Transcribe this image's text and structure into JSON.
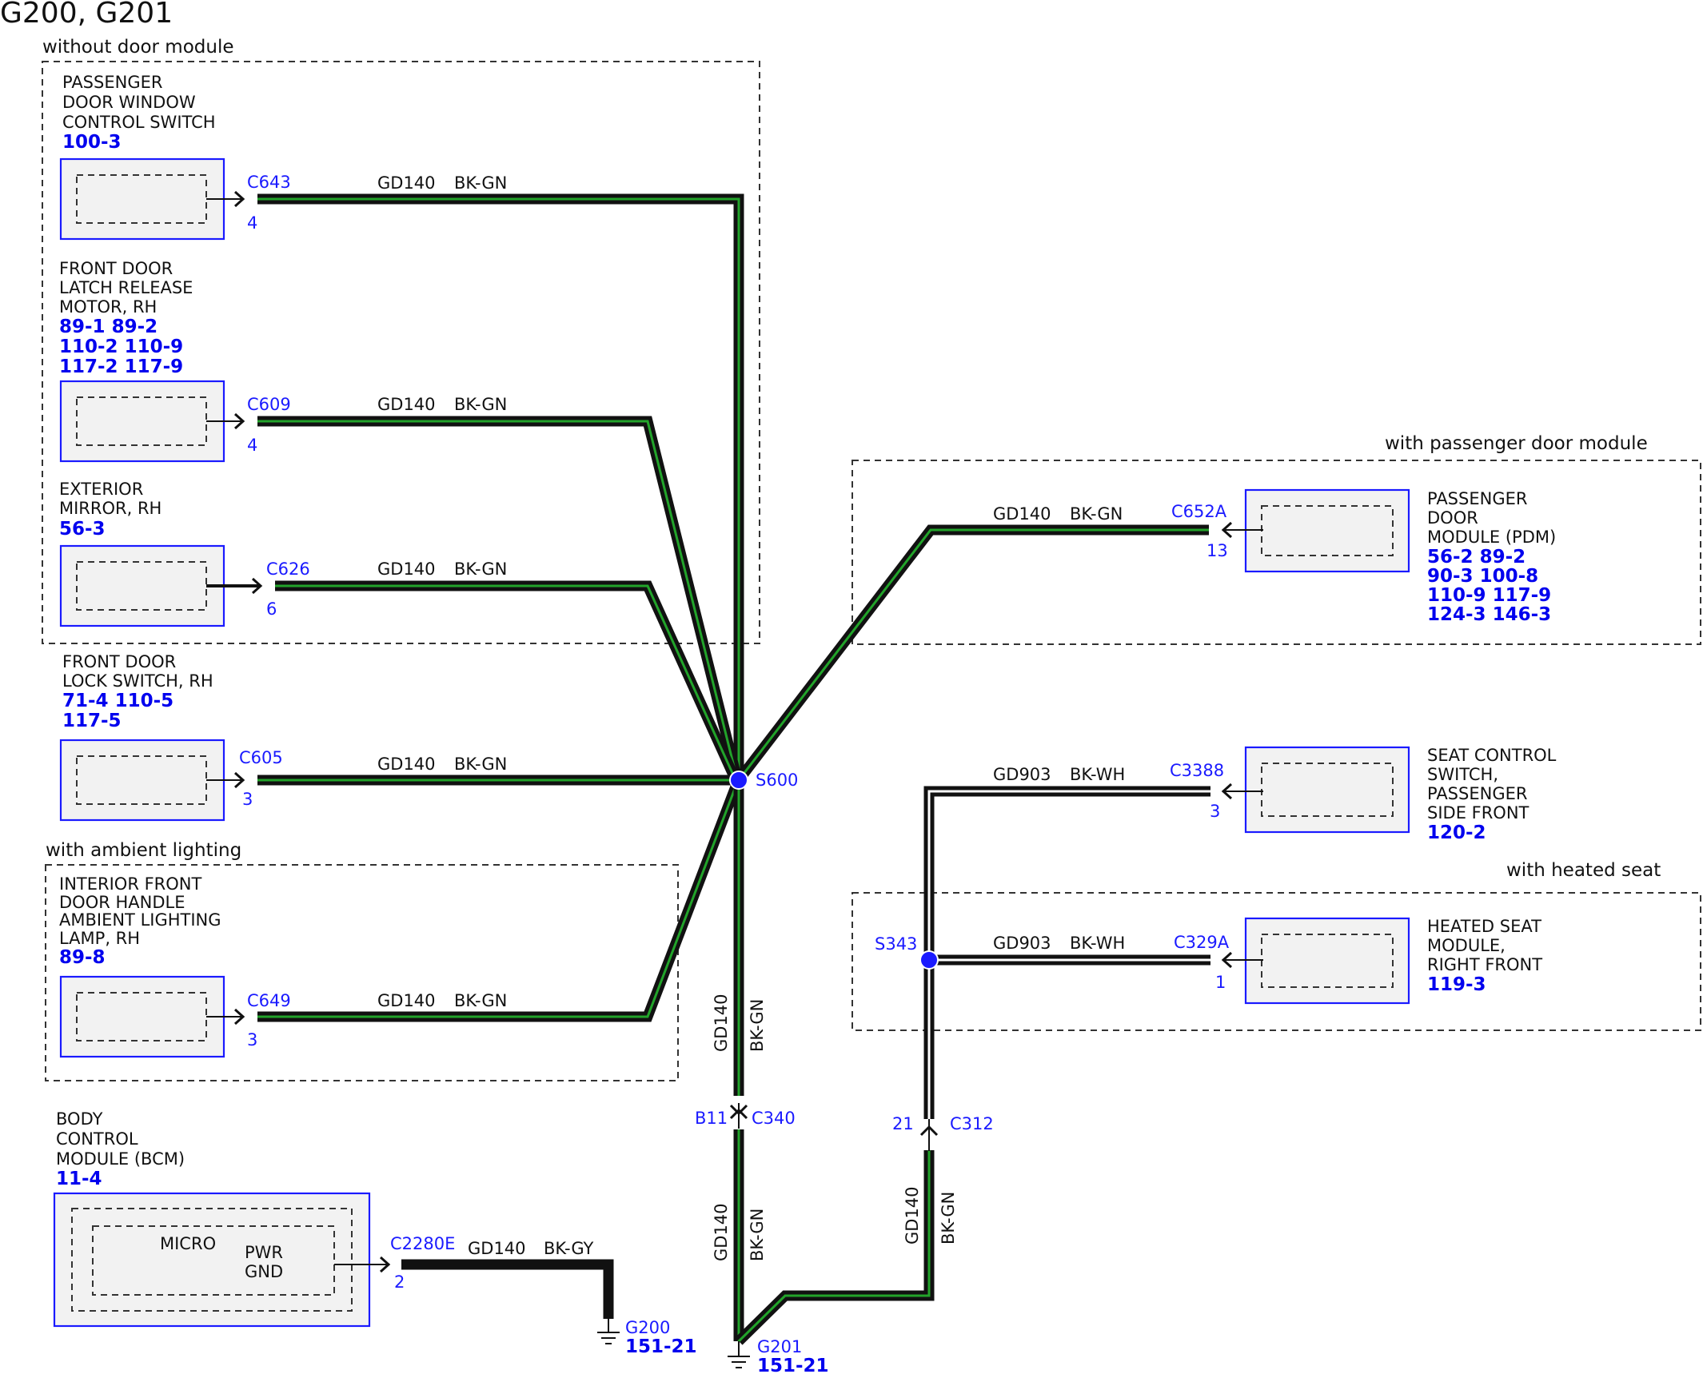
{
  "title": "G200, G201",
  "zones": {
    "without_door_module": "without door module",
    "with_ambient_lighting": "with ambient lighting",
    "with_passenger_door_module": "with passenger door module",
    "with_heated_seat": "with heated seat"
  },
  "components": {
    "pdwcs": {
      "name": [
        "PASSENGER",
        "DOOR WINDOW",
        "CONTROL SWITCH"
      ],
      "refs": [
        "100-3"
      ]
    },
    "latch": {
      "name": [
        "FRONT DOOR",
        "LATCH RELEASE",
        "MOTOR, RH"
      ],
      "refs": [
        "89-1   89-2",
        "110-2 110-9",
        "117-2 117-9"
      ]
    },
    "mirror": {
      "name": [
        "EXTERIOR",
        "MIRROR, RH"
      ],
      "refs": [
        "56-3"
      ]
    },
    "lock": {
      "name": [
        "FRONT DOOR",
        "LOCK SWITCH, RH"
      ],
      "refs": [
        "71-4  110-5",
        "117-5"
      ]
    },
    "ambient": {
      "name": [
        "INTERIOR FRONT",
        "DOOR HANDLE",
        "AMBIENT LIGHTING",
        "LAMP, RH"
      ],
      "refs": [
        "89-8"
      ]
    },
    "bcm": {
      "name": [
        "BODY",
        "CONTROL",
        "MODULE (BCM)"
      ],
      "refs": [
        "11-4"
      ],
      "micro": "MICRO",
      "pwr": "PWR",
      "gnd": "GND"
    },
    "pdm": {
      "name": [
        "PASSENGER",
        "DOOR",
        "MODULE (PDM)"
      ],
      "refs": [
        "56-2   89-2",
        "90-3   100-8",
        "110-9  117-9",
        "124-3  146-3"
      ]
    },
    "seat_switch": {
      "name": [
        "SEAT CONTROL",
        "SWITCH,",
        "PASSENGER",
        "SIDE FRONT"
      ],
      "refs": [
        "120-2"
      ]
    },
    "heated": {
      "name": [
        "HEATED SEAT",
        "MODULE,",
        "RIGHT FRONT"
      ],
      "refs": [
        "119-3"
      ]
    }
  },
  "connectors": {
    "c643": {
      "id": "C643",
      "pin": "4"
    },
    "c609": {
      "id": "C609",
      "pin": "4"
    },
    "c626": {
      "id": "C626",
      "pin": "6"
    },
    "c605": {
      "id": "C605",
      "pin": "3"
    },
    "c649": {
      "id": "C649",
      "pin": "3"
    },
    "c2280e": {
      "id": "C2280E",
      "pin": "2"
    },
    "c652a": {
      "id": "C652A",
      "pin": "13"
    },
    "c3388": {
      "id": "C3388",
      "pin": "3"
    },
    "c329a": {
      "id": "C329A",
      "pin": "1"
    },
    "c340": {
      "id": "C340",
      "pin": "B11"
    },
    "c312": {
      "id": "C312",
      "pin": "21"
    }
  },
  "wires": {
    "gd140": "GD140",
    "gd903": "GD903",
    "bkgn": "BK-GN",
    "bkwh": "BK-WH",
    "bkgy": "BK-GY"
  },
  "splices": {
    "s600": "S600",
    "s343": "S343"
  },
  "grounds": {
    "g200": {
      "id": "G200",
      "ref": "151-21"
    },
    "g201": {
      "id": "G201",
      "ref": "151-21"
    }
  },
  "colors": {
    "wire": "#111111",
    "stripe_green": "#22a32a",
    "stripe_white": "#ffffff",
    "ref_blue": "#0000ee",
    "splice": "#1a1aff"
  }
}
